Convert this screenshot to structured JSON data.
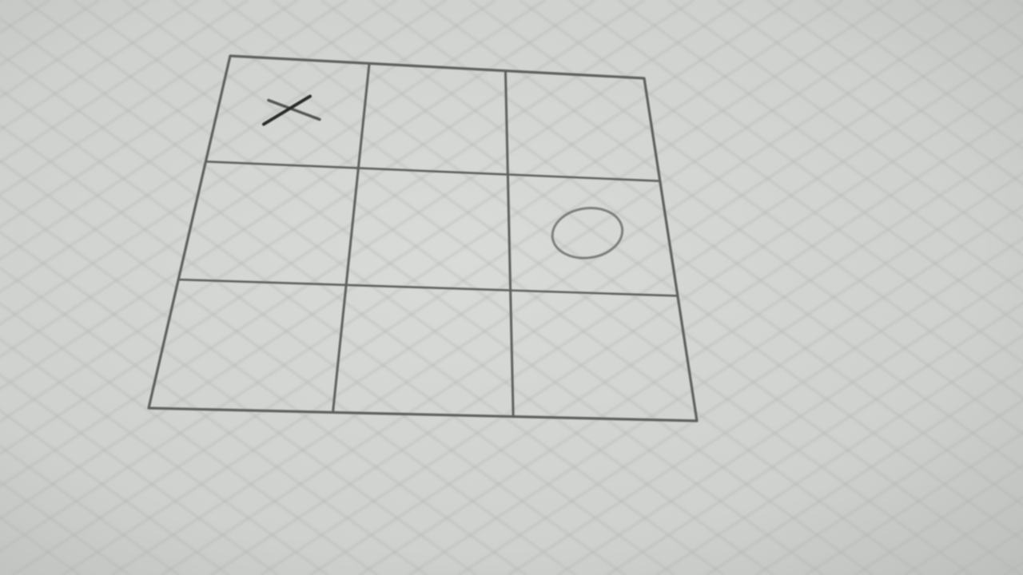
{
  "game": {
    "type": "tic-tac-toe",
    "rows": 3,
    "cols": 3,
    "cells": [
      [
        "X",
        "",
        ""
      ],
      [
        "",
        "",
        "O"
      ],
      [
        "",
        "",
        ""
      ]
    ]
  },
  "colors": {
    "paper": "#cfd1cf",
    "paper_highlight": "#dcdedc",
    "paper_shadow": "#b4b6b4",
    "grid_paper_line": "#aeb1ae",
    "board_line": "#5d605d",
    "x_mark": "#2a2c2a",
    "o_mark": "#7b7f7b"
  }
}
